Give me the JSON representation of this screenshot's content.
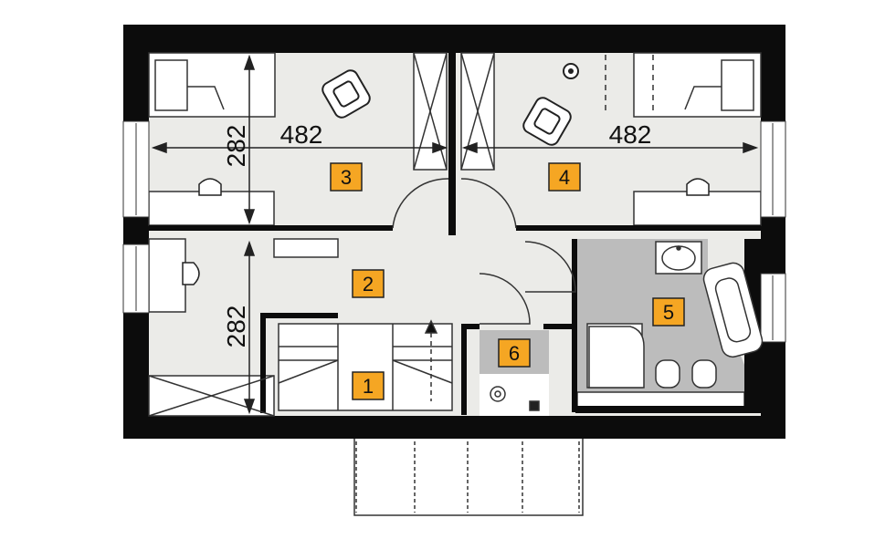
{
  "colors": {
    "wall": "#0c0c0c",
    "floor": "#ebebe8",
    "bathroom": "#bcbcbc",
    "tag_fill": "#f5a623",
    "tag_border": "#222222",
    "line": "#222222"
  },
  "dimensions": {
    "left_room_width": "482",
    "right_room_width": "482",
    "top_room_depth": "282",
    "bottom_room_depth": "282"
  },
  "rooms": [
    {
      "label": "1"
    },
    {
      "label": "2"
    },
    {
      "label": "3"
    },
    {
      "label": "4"
    },
    {
      "label": "5"
    },
    {
      "label": "6"
    }
  ],
  "icons": [
    "armchair-icon",
    "desk-chair-icon",
    "bed-icon",
    "toilet-icon",
    "washbasin-icon",
    "bathtub-icon",
    "shower-icon",
    "boiler-icon",
    "chimney-icon",
    "staircase-icon"
  ]
}
